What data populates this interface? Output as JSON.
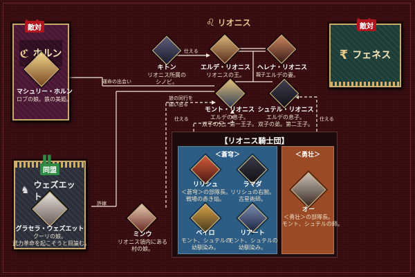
{
  "header": {
    "title": "リオニス"
  },
  "colors": {
    "background": "#3a0c10",
    "line": "#f3ead8",
    "hollan_card": "#4a1633",
    "phenes_card": "#1d3d39",
    "vezet_card": "#2b2f3a",
    "souki_panel": "#2d5c84",
    "yuusou_panel": "#9a4a25",
    "enemy_badge": "#b0141c",
    "ally_badge": "#2f8a44"
  },
  "factions": {
    "hollan": {
      "name": "ホルン",
      "badge": "敵対",
      "icon": "serpent-emblem-icon"
    },
    "phenes": {
      "name": "フェネス",
      "badge": "敵対",
      "icon": "snake-pillar-emblem-icon"
    },
    "vezet": {
      "name": "ウェズエット",
      "badge": "同盟",
      "icon": "wolf-emblem-icon"
    }
  },
  "characters": {
    "kiton": {
      "name": "キトン",
      "desc": [
        "リオニス所属の",
        "シノビ。"
      ]
    },
    "elde": {
      "name": "エルデ・リオニス",
      "desc": [
        "リオニスの王。"
      ]
    },
    "helena": {
      "name": "ヘレナ・リオニス",
      "desc": [
        "エルデの妻。"
      ]
    },
    "mont": {
      "name": "モント・リオニス",
      "desc": [
        "エルデの息子。",
        "双子の兄。第一王子。"
      ]
    },
    "shutel": {
      "name": "シュテル・リオニス",
      "desc": [
        "エルデの息子。",
        "双子の弟。第二王子。"
      ]
    },
    "mashuri": {
      "name": "マシュリー・ホルン",
      "desc": [
        "ロブの娘。鉄の美姫。"
      ]
    },
    "grasela": {
      "name": "グラセラ・ウェズエット",
      "desc": [
        "クーリの娘。",
        "武力革命を起こそうと目論む。"
      ]
    },
    "minou": {
      "name": "ミンウ",
      "desc": [
        "リオニス領内にある",
        "村の娘。"
      ]
    },
    "lilish": {
      "name": "リリシュ",
      "desc": [
        "＜蒼穹＞の部隊長。",
        "戦場の赤き焔。"
      ]
    },
    "ramada": {
      "name": "ラマダ",
      "desc": [
        "リリシュの右腕。",
        "古星術師。"
      ]
    },
    "beiro": {
      "name": "ベイロ",
      "desc": [
        "モント、シュテルの",
        "幼馴染み。"
      ]
    },
    "riato": {
      "name": "リアート",
      "desc": [
        "モント、シュテルの",
        "幼馴染み。"
      ]
    },
    "oh": {
      "name": "オー",
      "desc": [
        "＜勇壮＞の部隊長。",
        "モント、シュテルの師。"
      ]
    }
  },
  "knights": {
    "title": "【リオニス騎士団】",
    "panels": {
      "souki": "＜蒼穹＞",
      "yuusou": "＜勇壮＞"
    }
  },
  "edges": {
    "serve_kiton": "仕える",
    "fate": "運命の出会い",
    "journey": [
      "旅の同行を",
      "願い出る"
    ],
    "parent": "親子",
    "serve_left": "仕える",
    "serve_right": "仕える",
    "engaged": "許嫁"
  }
}
